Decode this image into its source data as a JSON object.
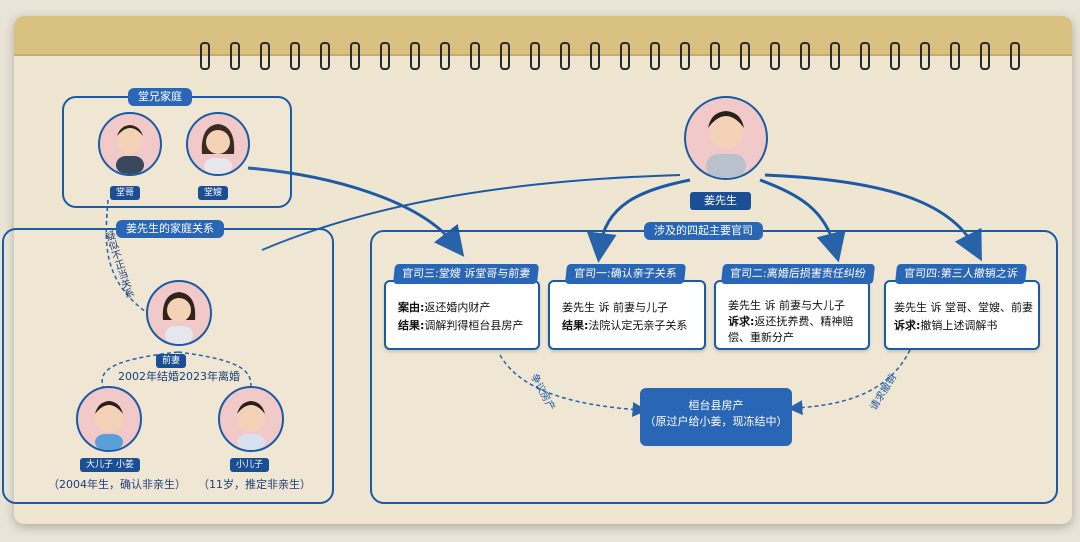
{
  "cousin_family": {
    "title": "堂兄家庭",
    "cousin": "堂哥",
    "cousin_wife": "堂嫂"
  },
  "jiang_family": {
    "title": "姜先生的家庭关系",
    "ex_wife": "前妻",
    "marriage_note": "2002年结婚2023年离婚",
    "elder_son": "大儿子 小姜",
    "elder_son_note": "（2004年生，确认非亲生）",
    "younger_son": "小儿子",
    "younger_son_note": "（11岁，推定非亲生）",
    "suspicion_label": "疑似不正当关系"
  },
  "main_person": {
    "name": "姜先生"
  },
  "lawsuits": {
    "title": "涉及的四起主要官司",
    "cards": [
      {
        "header": "官司三:堂嫂 诉堂哥与前妻",
        "line1_bold": "案由:",
        "line1_text": "返还婚内财产",
        "line2_bold": "结果:",
        "line2_text": "调解判得桓台县房产",
        "line3_text": ""
      },
      {
        "header": "官司一:确认亲子关系",
        "line1_bold": "",
        "line1_text": "姜先生  诉  前妻与儿子",
        "line2_bold": "结果:",
        "line2_text": "法院认定无亲子关系",
        "line3_text": ""
      },
      {
        "header": "官司二:离婚后损害责任纠纷",
        "line1_bold": "",
        "line1_text": "姜先生  诉  前妻与大儿子",
        "line2_bold": "诉求:",
        "line2_text": "返还抚养费、精神赔",
        "line3_text": "偿、重新分产"
      },
      {
        "header": "官司四:第三人撤销之诉",
        "line1_bold": "",
        "line1_text": "姜先生  诉  堂哥、堂嫂、前妻",
        "line2_bold": "诉求:",
        "line2_text": "撤销上述调解书",
        "line3_text": ""
      }
    ]
  },
  "asset": {
    "line1": "桓台县房产",
    "line2": "（原过户给小姜，现冻结中）"
  },
  "arrow_labels": {
    "left": "争议房产",
    "right": "请求撤销"
  },
  "colors": {
    "accent": "#1b5aa5",
    "pill": "#2a66b6",
    "board": "#efe6d2",
    "binder": "#d9c182"
  }
}
